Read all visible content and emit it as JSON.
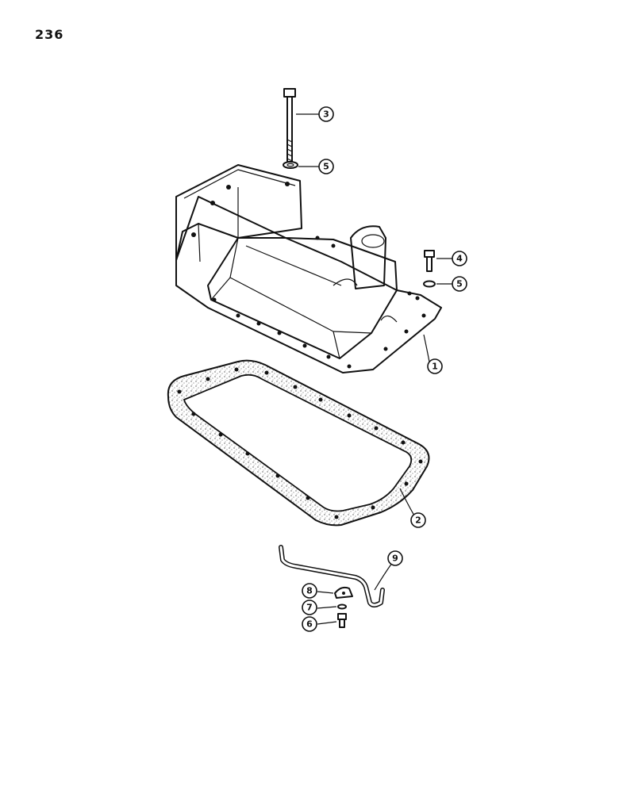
{
  "page": {
    "number": "236"
  },
  "callouts": {
    "c1": "1",
    "c2": "2",
    "c3": "3",
    "c4": "4",
    "c5a": "5",
    "c5b": "5",
    "c6": "6",
    "c7": "7",
    "c8": "8",
    "c9": "9"
  }
}
